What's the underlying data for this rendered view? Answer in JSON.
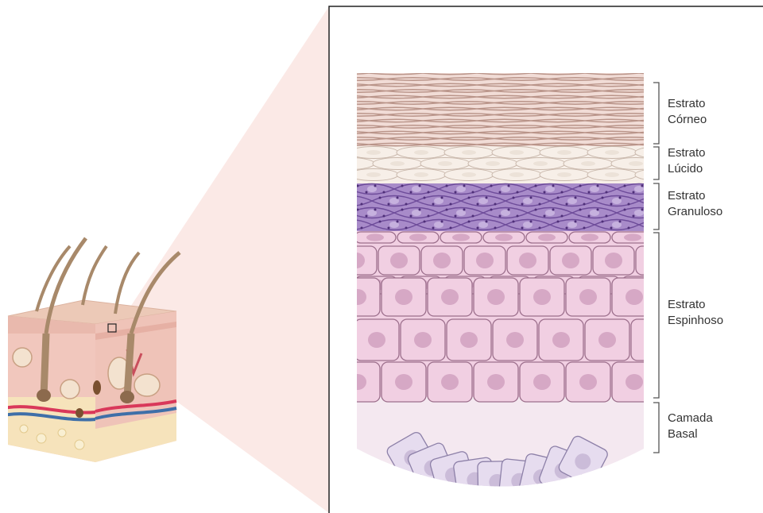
{
  "layers": [
    {
      "id": "corneo",
      "line1": "Estrato",
      "line2": "Córneo"
    },
    {
      "id": "lucido",
      "line1": "Estrato",
      "line2": "Lúcido"
    },
    {
      "id": "granuloso",
      "line1": "Estrato",
      "line2": "Granuloso"
    },
    {
      "id": "espinhoso",
      "line1": "Estrato",
      "line2": "Espinhoso"
    },
    {
      "id": "basal",
      "line1": "Camada",
      "line2": "Basal"
    }
  ],
  "colors": {
    "corneo_fill": "#f1dcd6",
    "corneo_line": "#b99489",
    "lucido_fill": "#f7efe8",
    "lucido_line": "#c9b8ac",
    "granuloso_fill": "#a88bc9",
    "granuloso_line": "#6e4c9a",
    "espinhoso_fill": "#f1cfe2",
    "espinhoso_line": "#9c6f8c",
    "espinhoso_nucleus": "#d6a8c5",
    "basal_fill": "#e6dcef",
    "basal_line": "#8d80a8",
    "basal_nucleus": "#cbbcd9",
    "zoom_cone": "#fbe9e6",
    "skin_surface": "#ecc9b7",
    "dermis": "#f1c7bd",
    "hypodermis": "#f6e3bb",
    "hair": "#a8896a",
    "artery": "#d9385a",
    "vein": "#3f6fa8"
  }
}
